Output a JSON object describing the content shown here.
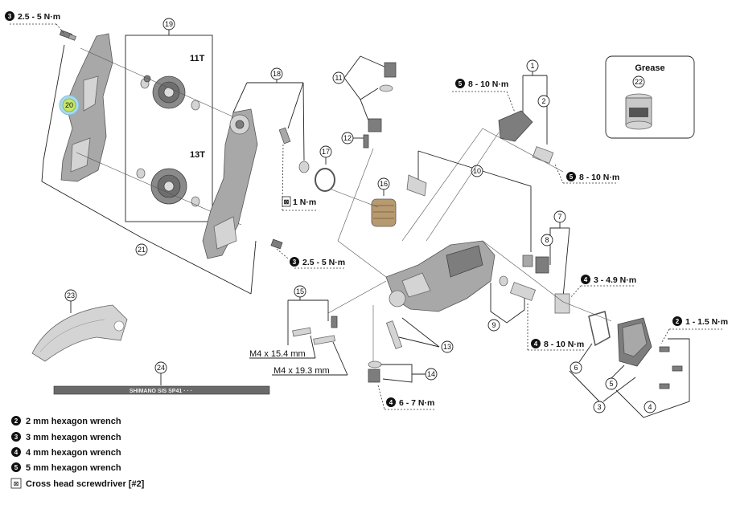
{
  "grease_box": {
    "title": "Grease",
    "part_number": "22"
  },
  "cogs": {
    "top_teeth": "11T",
    "bottom_teeth": "13T"
  },
  "part_numbers": {
    "p1": "1",
    "p2": "2",
    "p3": "3",
    "p4": "4",
    "p5": "5",
    "p6": "6",
    "p7": "7",
    "p8": "8",
    "p9": "9",
    "p10": "10",
    "p11": "11",
    "p12": "12",
    "p13": "13",
    "p14": "14",
    "p15": "15",
    "p16": "16",
    "p17": "17",
    "p18": "18",
    "p19": "19",
    "p20": "20",
    "p21": "21",
    "p23": "23",
    "p24": "24"
  },
  "torques": {
    "t_cage_top": {
      "tool": "3",
      "value": "2.5 - 5 N·m"
    },
    "t_cage_bolt": {
      "tool": "3",
      "value": "2.5 - 5 N·m"
    },
    "t_screw": {
      "tool": "⊠",
      "value": "1 N·m"
    },
    "t_5a": {
      "tool": "5",
      "value": "8 - 10 N·m"
    },
    "t_5b": {
      "tool": "5",
      "value": "8 - 10 N·m"
    },
    "t_4a": {
      "tool": "4",
      "value": "3 - 4.9 N·m"
    },
    "t_4b": {
      "tool": "4",
      "value": "8 - 10 N·m"
    },
    "t_4c": {
      "tool": "4",
      "value": "6 - 7 N·m"
    },
    "t_2a": {
      "tool": "2",
      "value": "1 - 1.5 N·m"
    }
  },
  "bolt_sizes": {
    "short": "M4 x 15.4 mm",
    "long": "M4 x 19.3 mm"
  },
  "legend": [
    {
      "badge": "2",
      "text": "2 mm hexagon wrench"
    },
    {
      "badge": "3",
      "text": "3 mm hexagon wrench"
    },
    {
      "badge": "4",
      "text": "4 mm hexagon wrench"
    },
    {
      "badge": "5",
      "text": "5 mm hexagon wrench"
    },
    {
      "badge": "⊠",
      "text": "Cross head screwdriver [#2]"
    }
  ],
  "cable_print": "SHIMANO SIS SP41 ·  ·  ·"
}
